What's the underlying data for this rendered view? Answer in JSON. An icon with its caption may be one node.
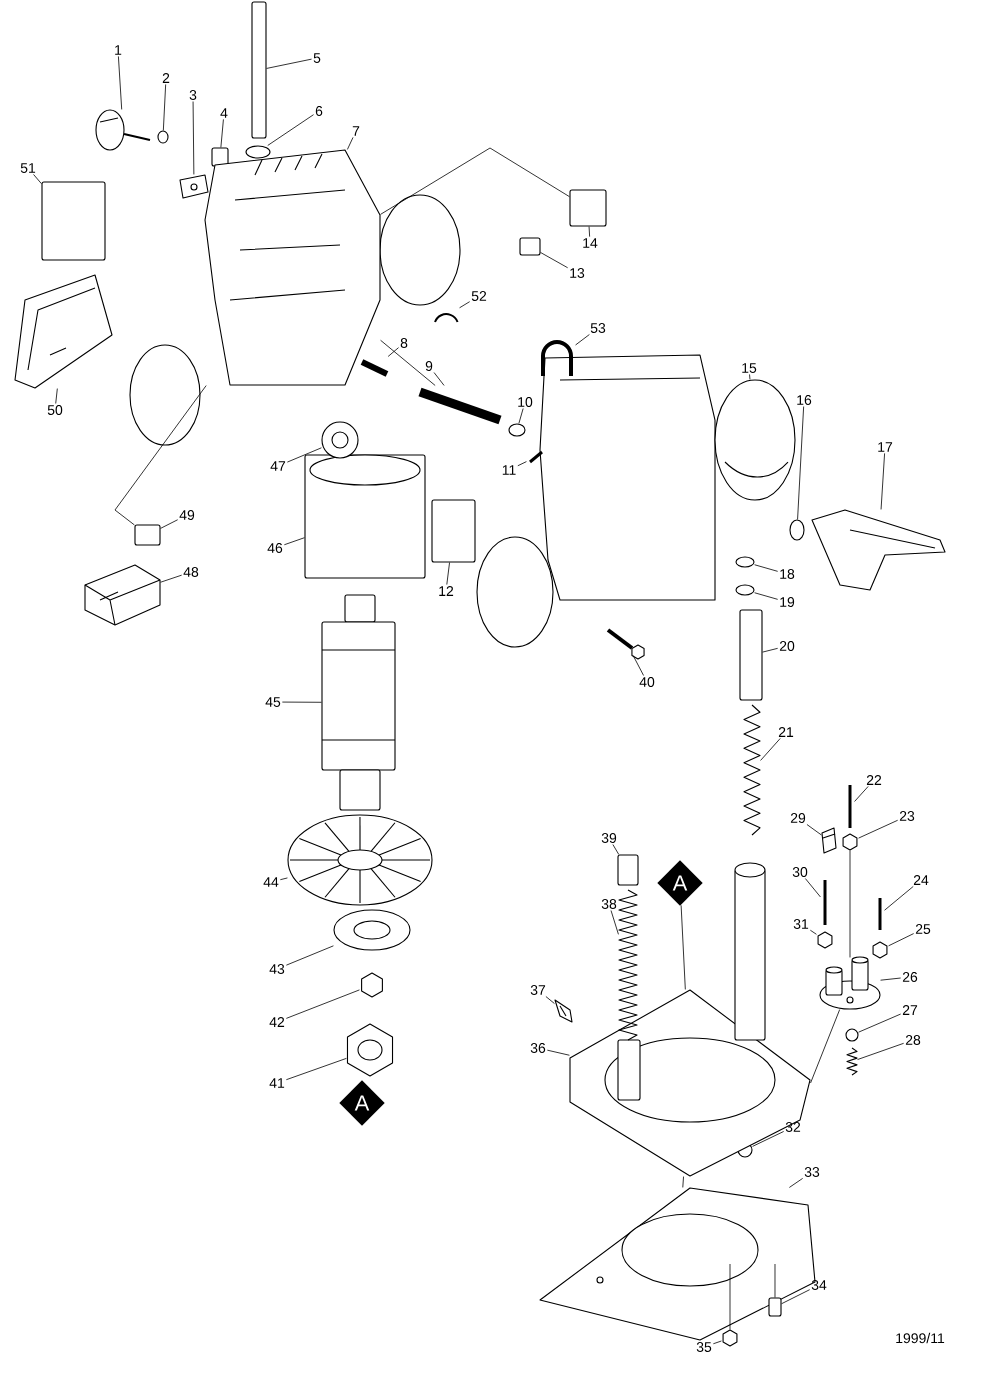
{
  "diagram": {
    "nodes": [
      {
        "text": [
          "1"
        ]
      },
      {
        "text": [
          "2"
        ]
      },
      {
        "text": [
          "3"
        ]
      },
      {
        "text": [
          "4"
        ]
      },
      {
        "text": [
          "5"
        ]
      },
      {
        "text": [
          "6"
        ]
      },
      {
        "text": [
          "7"
        ]
      },
      {
        "text": [
          "8"
        ]
      },
      {
        "text": [
          "9"
        ]
      },
      {
        "text": [
          "10"
        ]
      },
      {
        "text": [
          "11"
        ]
      },
      {
        "text": [
          "12"
        ]
      },
      {
        "text": [
          "13"
        ]
      },
      {
        "text": [
          "14"
        ]
      },
      {
        "text": [
          "15"
        ]
      },
      {
        "text": [
          "16"
        ]
      },
      {
        "text": [
          "17"
        ]
      },
      {
        "text": [
          "18"
        ]
      },
      {
        "text": [
          "19"
        ]
      },
      {
        "text": [
          "20"
        ]
      },
      {
        "text": [
          "21"
        ]
      },
      {
        "text": [
          "22"
        ]
      },
      {
        "text": [
          "23"
        ]
      },
      {
        "text": [
          "24"
        ]
      },
      {
        "text": [
          "25"
        ]
      },
      {
        "text": [
          "26"
        ]
      },
      {
        "text": [
          "27"
        ]
      },
      {
        "text": [
          "28"
        ]
      },
      {
        "text": [
          "29"
        ]
      },
      {
        "text": [
          "30"
        ]
      },
      {
        "text": [
          "31"
        ]
      },
      {
        "text": [
          "32"
        ]
      },
      {
        "text": [
          "33"
        ]
      },
      {
        "text": [
          "34"
        ]
      },
      {
        "text": [
          "35"
        ]
      },
      {
        "text": [
          "36"
        ]
      },
      {
        "text": [
          "37"
        ]
      },
      {
        "text": [
          "38"
        ]
      },
      {
        "text": [
          "39"
        ]
      },
      {
        "text": [
          "40"
        ]
      },
      {
        "text": [
          "41"
        ]
      },
      {
        "text": [
          "42"
        ]
      },
      {
        "text": [
          "43"
        ]
      },
      {
        "text": [
          "44"
        ]
      },
      {
        "text": [
          "45"
        ]
      },
      {
        "text": [
          "46"
        ]
      },
      {
        "text": [
          "47"
        ]
      },
      {
        "text": [
          "48"
        ]
      },
      {
        "text": [
          "49"
        ]
      },
      {
        "text": [
          "50"
        ]
      },
      {
        "text": [
          "51"
        ]
      },
      {
        "text": [
          "52"
        ]
      },
      {
        "text": [
          "53"
        ]
      },
      {
        "text": [
          "A"
        ]
      },
      {
        "text": [
          "A"
        ]
      },
      {
        "text": [],
        "shape": "picture"
      },
      {
        "text": [],
        "shape": "circle"
      },
      {
        "text": [],
        "shape": "picture"
      },
      {
        "text": [],
        "shape": "box"
      },
      {
        "text": [],
        "shape": "box"
      },
      {
        "text": [],
        "shape": "circle"
      },
      {
        "text": [],
        "shape": "picture"
      },
      {
        "text": [],
        "shape": "bar"
      },
      {
        "text": [],
        "shape": "bar"
      },
      {
        "text": [],
        "shape": "circle"
      },
      {
        "text": [],
        "shape": "bar"
      },
      {
        "text": [],
        "shape": "box"
      },
      {
        "text": [],
        "shape": "box"
      },
      {
        "text": [],
        "shape": "box"
      },
      {
        "text": [],
        "shape": "picture"
      },
      {
        "text": [],
        "shape": "circle"
      },
      {
        "text": [],
        "shape": "picture"
      },
      {
        "text": [],
        "shape": "circle"
      },
      {
        "text": [],
        "shape": "circle"
      },
      {
        "text": [],
        "shape": "box"
      },
      {
        "text": [],
        "shape": "picture"
      },
      {
        "text": [],
        "shape": "bar"
      },
      {
        "text": [],
        "shape": "hexagon"
      },
      {
        "text": [],
        "shape": "bar"
      },
      {
        "text": [],
        "shape": "hexagon"
      },
      {
        "text": [],
        "shape": "picture"
      },
      {
        "text": [],
        "shape": "circle"
      },
      {
        "text": [],
        "shape": "picture"
      },
      {
        "text": [],
        "shape": "picture"
      },
      {
        "text": [],
        "shape": "bar"
      },
      {
        "text": [],
        "shape": "hexagon"
      },
      {
        "text": [],
        "shape": "circle"
      },
      {
        "text": [],
        "shape": "picture"
      },
      {
        "text": [],
        "shape": "box"
      },
      {
        "text": [],
        "shape": "hexagon"
      },
      {
        "text": [],
        "shape": "picture"
      },
      {
        "text": [],
        "shape": "picture"
      },
      {
        "text": [],
        "shape": "picture"
      },
      {
        "text": [],
        "shape": "box"
      },
      {
        "text": [],
        "shape": "picture"
      },
      {
        "text": [],
        "shape": "picture"
      },
      {
        "text": [],
        "shape": "hexagon"
      },
      {
        "text": [],
        "shape": "picture"
      },
      {
        "text": [],
        "shape": "picture"
      },
      {
        "text": [],
        "shape": "picture"
      },
      {
        "text": [],
        "shape": "picture"
      },
      {
        "text": [],
        "shape": "picture"
      },
      {
        "text": [],
        "shape": "picture"
      },
      {
        "text": [],
        "shape": "box"
      },
      {
        "text": [],
        "shape": "picture"
      },
      {
        "text": [],
        "shape": "box"
      },
      {
        "text": [],
        "shape": "picture"
      },
      {
        "text": [],
        "shape": "picture"
      }
    ],
    "edges": [
      {
        "from": 0,
        "to": 55,
        "arrow": "none"
      },
      {
        "from": 1,
        "to": 56,
        "arrow": "none"
      },
      {
        "from": 2,
        "to": 57,
        "arrow": "none"
      },
      {
        "from": 3,
        "to": 58,
        "arrow": "none"
      },
      {
        "from": 4,
        "to": 59,
        "arrow": "none"
      },
      {
        "from": 5,
        "to": 60,
        "arrow": "none"
      },
      {
        "from": 6,
        "to": 61,
        "arrow": "none"
      },
      {
        "from": 7,
        "to": 62,
        "arrow": "none"
      },
      {
        "from": 8,
        "to": 63,
        "arrow": "none"
      },
      {
        "from": 9,
        "to": 64,
        "arrow": "none"
      },
      {
        "from": 10,
        "to": 65,
        "arrow": "none"
      },
      {
        "from": 11,
        "to": 66,
        "arrow": "none"
      },
      {
        "from": 12,
        "to": 67,
        "arrow": "none"
      },
      {
        "from": 13,
        "to": 68,
        "arrow": "none"
      },
      {
        "from": 14,
        "to": 69,
        "arrow": "none"
      },
      {
        "from": 15,
        "to": 70,
        "arrow": "none"
      },
      {
        "from": 16,
        "to": 71,
        "arrow": "none"
      },
      {
        "from": 17,
        "to": 72,
        "arrow": "none"
      },
      {
        "from": 18,
        "to": 73,
        "arrow": "none"
      },
      {
        "from": 19,
        "to": 74,
        "arrow": "none"
      },
      {
        "from": 20,
        "to": 75,
        "arrow": "none"
      },
      {
        "from": 21,
        "to": 76,
        "arrow": "none"
      },
      {
        "from": 22,
        "to": 77,
        "arrow": "none"
      },
      {
        "from": 23,
        "to": 78,
        "arrow": "none"
      },
      {
        "from": 24,
        "to": 79,
        "arrow": "none"
      },
      {
        "from": 25,
        "to": 80,
        "arrow": "none"
      },
      {
        "from": 26,
        "to": 81,
        "arrow": "none"
      },
      {
        "from": 27,
        "to": 82,
        "arrow": "none"
      },
      {
        "from": 28,
        "to": 83,
        "arrow": "none"
      },
      {
        "from": 29,
        "to": 84,
        "arrow": "none"
      },
      {
        "from": 30,
        "to": 85,
        "arrow": "none"
      },
      {
        "from": 31,
        "to": 86,
        "arrow": "none"
      },
      {
        "from": 32,
        "to": 87,
        "arrow": "none"
      },
      {
        "from": 33,
        "to": 88,
        "arrow": "none"
      },
      {
        "from": 34,
        "to": 89,
        "arrow": "none"
      },
      {
        "from": 35,
        "to": 90,
        "arrow": "none"
      },
      {
        "from": 36,
        "to": 91,
        "arrow": "none"
      },
      {
        "from": 37,
        "to": 92,
        "arrow": "none"
      },
      {
        "from": 38,
        "to": 93,
        "arrow": "none"
      },
      {
        "from": 39,
        "to": 94,
        "arrow": "none"
      },
      {
        "from": 40,
        "to": 95,
        "arrow": "none"
      },
      {
        "from": 41,
        "to": 96,
        "arrow": "none"
      },
      {
        "from": 42,
        "to": 97,
        "arrow": "none"
      },
      {
        "from": 43,
        "to": 98,
        "arrow": "none"
      },
      {
        "from": 44,
        "to": 99,
        "arrow": "none"
      },
      {
        "from": 45,
        "to": 100,
        "arrow": "none"
      },
      {
        "from": 46,
        "to": 101,
        "arrow": "none"
      },
      {
        "from": 47,
        "to": 102,
        "arrow": "none"
      },
      {
        "from": 48,
        "to": 103,
        "arrow": "none"
      },
      {
        "from": 49,
        "to": 104,
        "arrow": "none"
      },
      {
        "from": 50,
        "to": 105,
        "arrow": "none"
      },
      {
        "from": 51,
        "to": 106,
        "arrow": "none"
      },
      {
        "from": 52,
        "to": 107,
        "arrow": "none"
      },
      {
        "from": 68,
        "to": 61,
        "arrow": "none"
      },
      {
        "from": 103,
        "to": 61,
        "arrow": "none"
      },
      {
        "from": 61,
        "to": 63,
        "arrow": "none"
      },
      {
        "from": 90,
        "to": 80,
        "arrow": "none"
      },
      {
        "from": 77,
        "to": 80,
        "arrow": "none"
      },
      {
        "from": 53,
        "to": 90,
        "arrow": "none"
      },
      {
        "from": 90,
        "to": 87,
        "arrow": "none"
      },
      {
        "from": 87,
        "to": 88,
        "arrow": "none"
      },
      {
        "from": 87,
        "to": 89,
        "arrow": "none"
      }
    ],
    "labels": [
      "1999/11"
    ]
  }
}
